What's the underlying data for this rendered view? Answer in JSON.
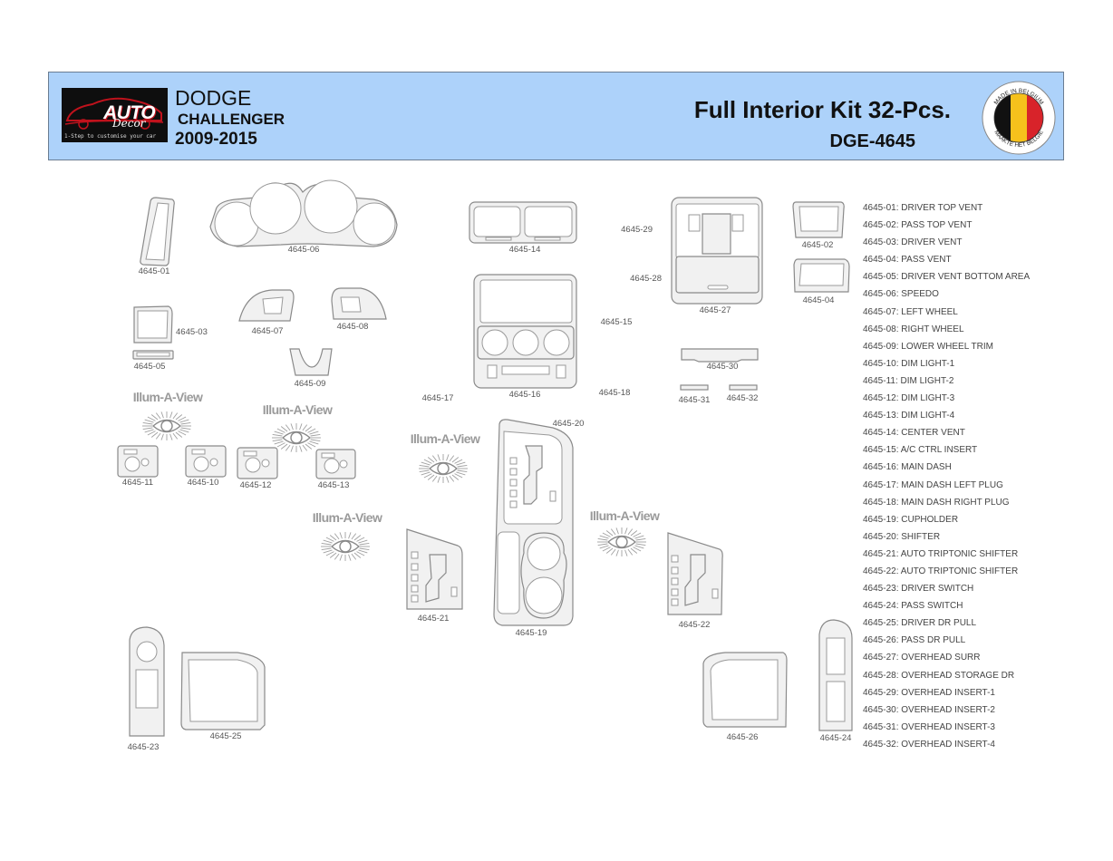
{
  "header": {
    "logo_text": "AUTO",
    "logo_text2": "Decor",
    "logo_tagline": "1-Step to customise your car",
    "brand": "DODGE",
    "model": "CHALLENGER",
    "years": "2009-2015",
    "kit_title": "Full Interior Kit 32-Pcs.",
    "kit_code": "DGE-4645",
    "badge_top": "MADE IN BELGIUM",
    "badge_bottom": "MAAKTE HET BELGIË"
  },
  "colors": {
    "header_bg": "#add2fa",
    "flag_black": "#111111",
    "flag_yellow": "#f6c11c",
    "flag_red": "#d8232a"
  },
  "illum_label": "Illum-A-View",
  "part_labels": {
    "p01": "4645-01",
    "p02": "4645-02",
    "p03": "4645-03",
    "p04": "4645-04",
    "p05": "4645-05",
    "p06": "4645-06",
    "p07": "4645-07",
    "p08": "4645-08",
    "p09": "4645-09",
    "p10": "4645-10",
    "p11": "4645-11",
    "p12": "4645-12",
    "p13": "4645-13",
    "p14": "4645-14",
    "p15": "4645-15",
    "p16": "4645-16",
    "p17": "4645-17",
    "p18": "4645-18",
    "p19": "4645-19",
    "p20": "4645-20",
    "p21": "4645-21",
    "p22": "4645-22",
    "p23": "4645-23",
    "p24": "4645-24",
    "p25": "4645-25",
    "p26": "4645-26",
    "p27": "4645-27",
    "p28": "4645-28",
    "p29": "4645-29",
    "p30": "4645-30",
    "p31": "4645-31",
    "p32": "4645-32"
  },
  "legend": [
    "4645-01: DRIVER TOP VENT",
    "4645-02: PASS TOP VENT",
    "4645-03: DRIVER VENT",
    "4645-04: PASS VENT",
    "4645-05: DRIVER VENT BOTTOM AREA",
    "4645-06: SPEEDO",
    "4645-07: LEFT WHEEL",
    "4645-08: RIGHT WHEEL",
    "4645-09: LOWER WHEEL TRIM",
    "4645-10: DIM LIGHT-1",
    "4645-11: DIM LIGHT-2",
    "4645-12: DIM LIGHT-3",
    "4645-13: DIM LIGHT-4",
    "4645-14: CENTER VENT",
    "4645-15: A/C CTRL INSERT",
    "4645-16: MAIN DASH",
    "4645-17: MAIN DASH LEFT PLUG",
    "4645-18: MAIN DASH RIGHT PLUG",
    "4645-19: CUPHOLDER",
    "4645-20: SHIFTER",
    "4645-21: AUTO TRIPTONIC SHIFTER",
    "4645-22: AUTO TRIPTONIC SHIFTER",
    "4645-23: DRIVER SWITCH",
    "4645-24: PASS SWITCH",
    "4645-25: DRIVER DR PULL",
    "4645-26: PASS DR PULL",
    "4645-27: OVERHEAD SURR",
    "4645-28: OVERHEAD  STORAGE DR",
    "4645-29: OVERHEAD INSERT-1",
    "4645-30: OVERHEAD INSERT-2",
    "4645-31: OVERHEAD INSERT-3",
    "4645-32: OVERHEAD INSERT-4"
  ]
}
